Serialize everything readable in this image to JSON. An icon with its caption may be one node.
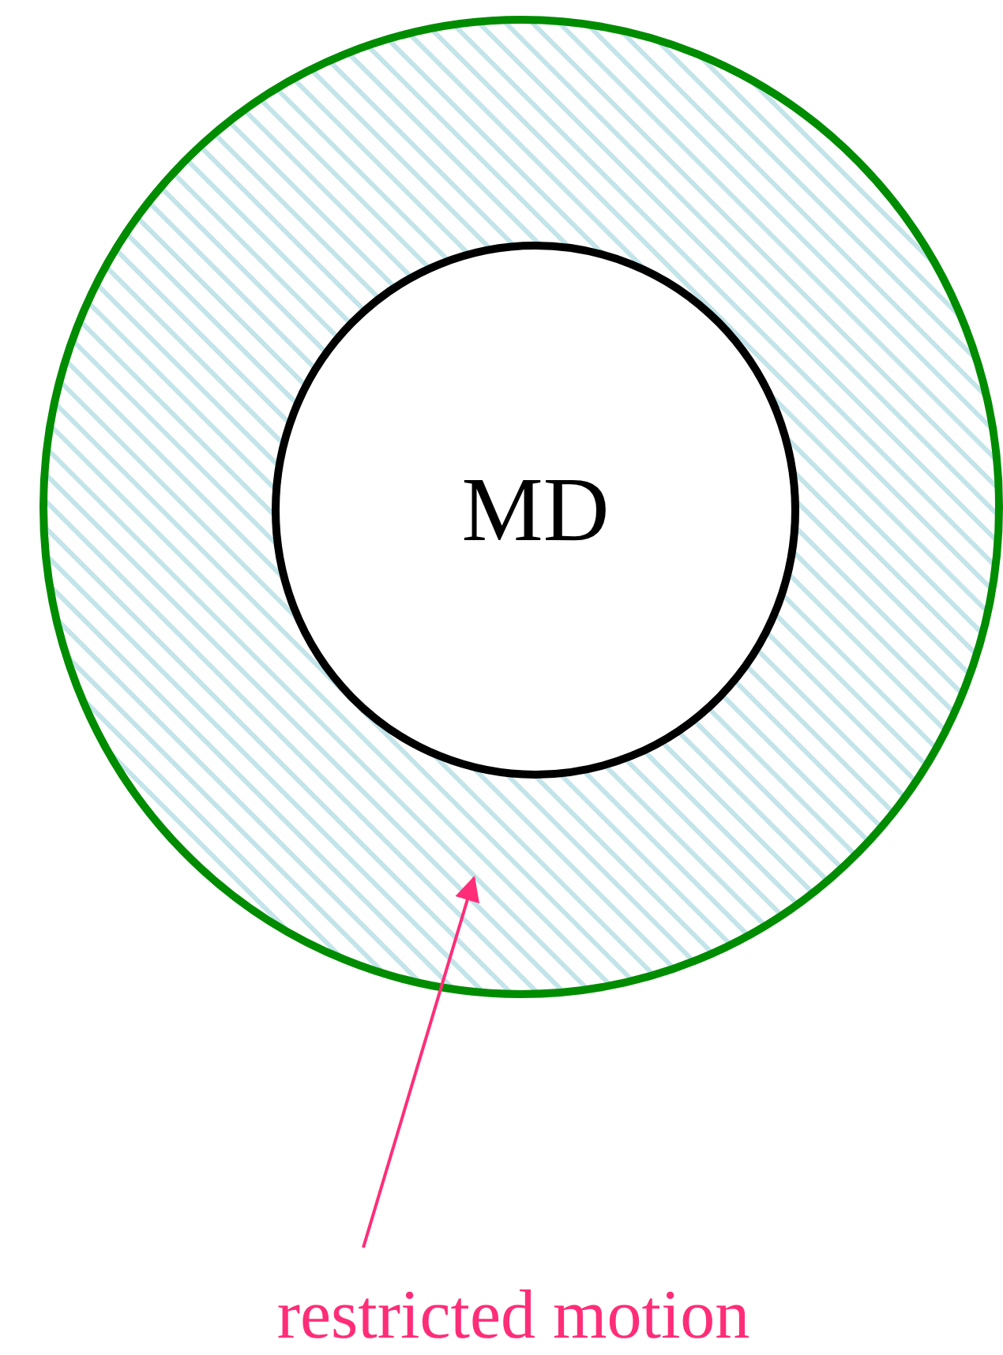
{
  "diagram": {
    "nodes": [
      {
        "text": [],
        "shape": "circle"
      },
      {
        "text": [
          "MD"
        ],
        "in": 0
      },
      {
        "text": [
          "restricted motion"
        ]
      }
    ],
    "edges": [
      {
        "from": 2,
        "to": 0,
        "arrow": "to"
      }
    ]
  }
}
